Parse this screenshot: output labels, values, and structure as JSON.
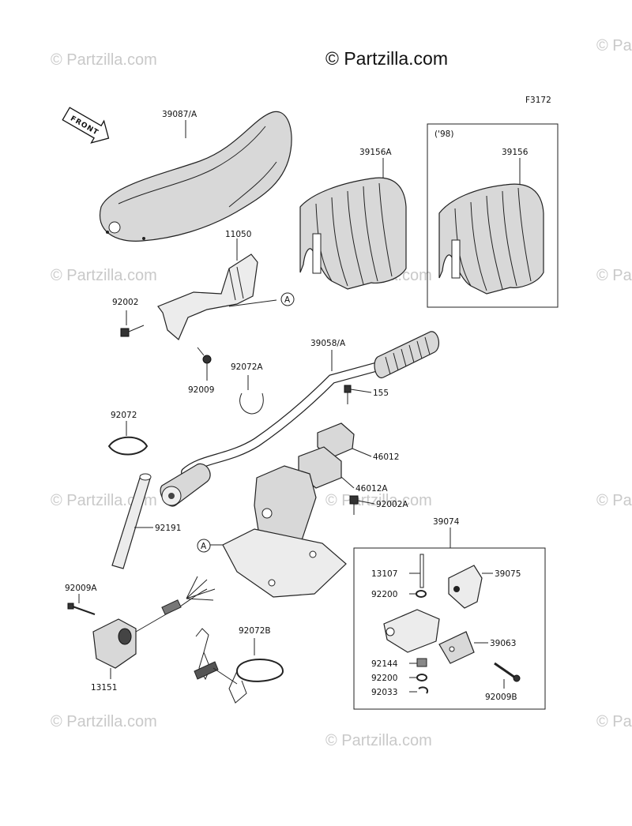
{
  "watermark": "© Partzilla.com",
  "brand_mark": "© Partzilla.com",
  "figure_code": "F3172",
  "front_label": "FRONT",
  "inset_label": "('98)",
  "ref_a": "A",
  "labels": {
    "p39087A": "39087/A",
    "p39156A": "39156A",
    "p39156": "39156",
    "p11050": "11050",
    "p92002": "92002",
    "p92009": "92009",
    "p92072A": "92072A",
    "p39058A": "39058/A",
    "p155": "155",
    "p92072": "92072",
    "p46012": "46012",
    "p46012A": "46012A",
    "p92002A": "92002A",
    "p92191": "92191",
    "p39074": "39074",
    "p13107": "13107",
    "p39075": "39075",
    "p92200a": "92200",
    "p92009A": "92009A",
    "p39063": "39063",
    "p92144": "92144",
    "p92200b": "92200",
    "p92033": "92033",
    "p92009B": "92009B",
    "p92072B": "92072B",
    "p13151": "13151"
  }
}
